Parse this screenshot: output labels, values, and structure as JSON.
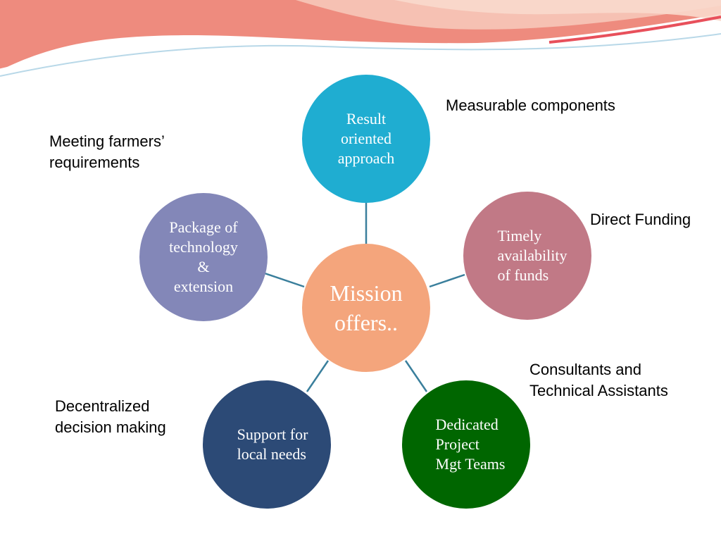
{
  "diagram": {
    "center": {
      "label": "Mission\noffers..",
      "color": "#F4A57C"
    },
    "nodes": [
      {
        "id": "result",
        "label": "Result\noriented\napproach",
        "color": "#1FADD1"
      },
      {
        "id": "funds",
        "label": "Timely\navailability\nof funds",
        "color": "#C17986"
      },
      {
        "id": "teams",
        "label": "Dedicated\nProject\nMgt Teams",
        "color": "#006600"
      },
      {
        "id": "local",
        "label": "Support  for\nlocal needs",
        "color": "#2C4A76"
      },
      {
        "id": "package",
        "label": "Package of\ntechnology\n&\nextension",
        "color": "#8387B8"
      }
    ],
    "notes": {
      "measurable": "Measurable components",
      "farmers": "Meeting farmers’\nrequirements",
      "funding": "Direct Funding",
      "consultants": "Consultants and\nTechnical Assistants",
      "decentralized": "Decentralized\ndecision making"
    },
    "connector_color": "#3A7F9C"
  }
}
